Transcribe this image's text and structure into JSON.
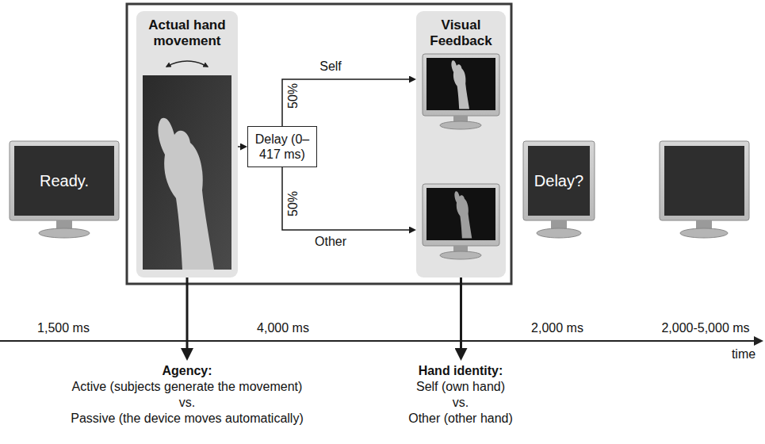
{
  "diagram": {
    "nodes": [
      {
        "text": [
          "Ready."
        ]
      },
      {
        "text": [
          "Actual hand movement"
        ]
      },
      {
        "text": [
          "Delay (0–417 ms)"
        ]
      },
      {
        "text": [
          "Visual Feedback"
        ]
      },
      {
        "text": [
          "Delay?"
        ]
      },
      {
        "text": [
          "Agency:",
          "Active (subjects generate the movement)",
          "vs.",
          "Passive (the device moves automatically)"
        ]
      },
      {
        "text": [
          "Hand identity:",
          "Self (own hand)",
          "vs.",
          "Other (other hand)"
        ]
      }
    ],
    "edges": [
      {
        "from": 1,
        "to": 2,
        "arrow": "to"
      },
      {
        "from": 2,
        "to": 3,
        "label": "Self",
        "arrow": "to"
      },
      {
        "from": 2,
        "to": 3,
        "label": "Other",
        "arrow": "to"
      },
      {
        "from": 1,
        "to": 5,
        "arrow": "to"
      },
      {
        "from": 3,
        "to": 6,
        "arrow": "to"
      }
    ],
    "labels": [
      "50%",
      "50%",
      "1,500 ms",
      "4,000 ms",
      "2,000 ms",
      "2,000-5,000 ms",
      "time"
    ]
  }
}
